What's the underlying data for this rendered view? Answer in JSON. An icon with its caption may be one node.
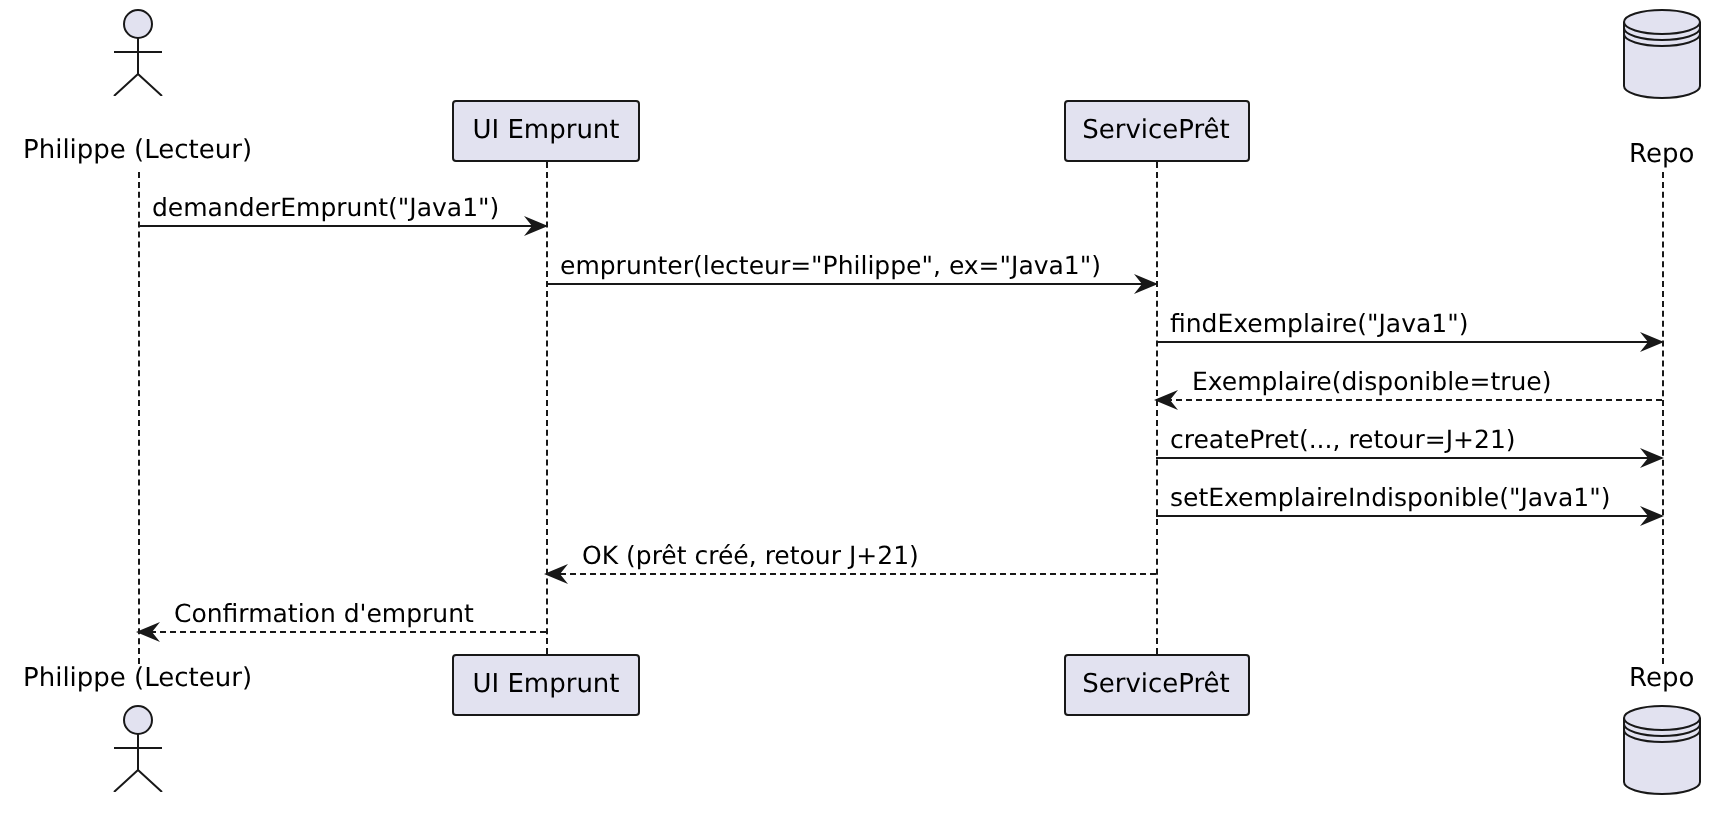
{
  "diagram": {
    "nodes": [
      {
        "text": [
          "Philippe (Lecteur)"
        ]
      },
      {
        "text": [
          "UI Emprunt"
        ]
      },
      {
        "text": [
          "ServicePrêt"
        ]
      },
      {
        "text": [
          "Repo"
        ]
      },
      {
        "text": [],
        "shape": "line"
      },
      {
        "text": [],
        "shape": "line"
      },
      {
        "text": [],
        "shape": "line"
      },
      {
        "text": [],
        "shape": "line"
      },
      {
        "text": [
          "Philippe (Lecteur)"
        ]
      },
      {
        "text": [
          "UI Emprunt"
        ]
      },
      {
        "text": [
          "ServicePrêt"
        ]
      },
      {
        "text": [
          "Repo"
        ]
      }
    ],
    "edges": [
      {
        "from": 4,
        "to": 5,
        "arrow": "to",
        "label": "demanderEmprunt(\"Java1\")"
      },
      {
        "from": 5,
        "to": 6,
        "arrow": "to",
        "label": "emprunter(lecteur=\"Philippe\", ex=\"Java1\")"
      },
      {
        "from": 6,
        "to": 7,
        "arrow": "to",
        "label": "findExemplaire(\"Java1\")"
      },
      {
        "from": 7,
        "to": 6,
        "arrow": "to",
        "label": "Exemplaire(disponible=true)",
        "style": "dashed"
      },
      {
        "from": 6,
        "to": 7,
        "arrow": "to",
        "label": "createPret(..., retour=J+21)"
      },
      {
        "from": 6,
        "to": 7,
        "arrow": "to",
        "label": "setExemplaireIndisponible(\"Java1\")"
      },
      {
        "from": 6,
        "to": 5,
        "arrow": "to",
        "label": "OK (prêt créé, retour J+21)",
        "style": "dashed"
      },
      {
        "from": 5,
        "to": 4,
        "arrow": "to",
        "label": "Confirmation d'emprunt",
        "style": "dashed"
      }
    ]
  }
}
